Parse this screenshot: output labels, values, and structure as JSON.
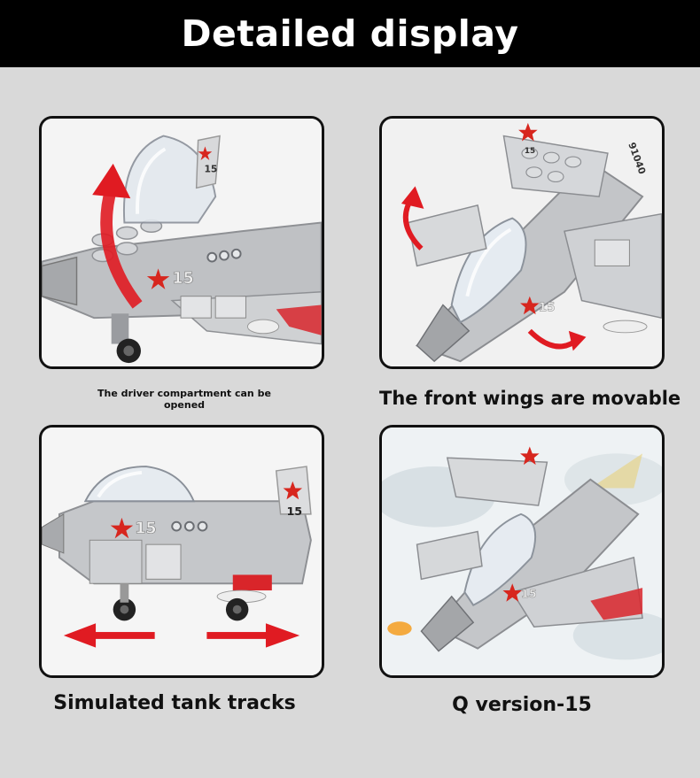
{
  "header": {
    "title": "Detailed display"
  },
  "panels": [
    {
      "caption": "The driver compartment can be opened",
      "marking": "15"
    },
    {
      "caption": "The front wings are movable",
      "marking": "15",
      "serial": "91040"
    },
    {
      "caption": "Simulated tank tracks",
      "marking": "15",
      "tail_marking": "15"
    },
    {
      "caption": "Q version-15",
      "marking": "15"
    }
  ],
  "colors": {
    "header_bg": "#000000",
    "page_bg": "#d9d9d9",
    "panel_border": "#111111",
    "brick_gray": "#c4c6c9",
    "star_red": "#d7261e",
    "arrow_red": "#e01b22"
  }
}
